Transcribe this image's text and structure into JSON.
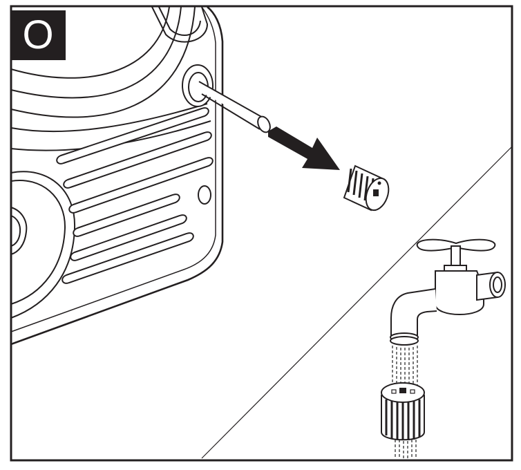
{
  "step": {
    "label": "O"
  },
  "colors": {
    "ink": "#231f20",
    "paper": "#ffffff",
    "hatch": "#555555"
  },
  "icons": [
    "pump-housing",
    "outlet-pipe",
    "removal-arrow",
    "filter-cap",
    "water-tap",
    "water-stream"
  ]
}
